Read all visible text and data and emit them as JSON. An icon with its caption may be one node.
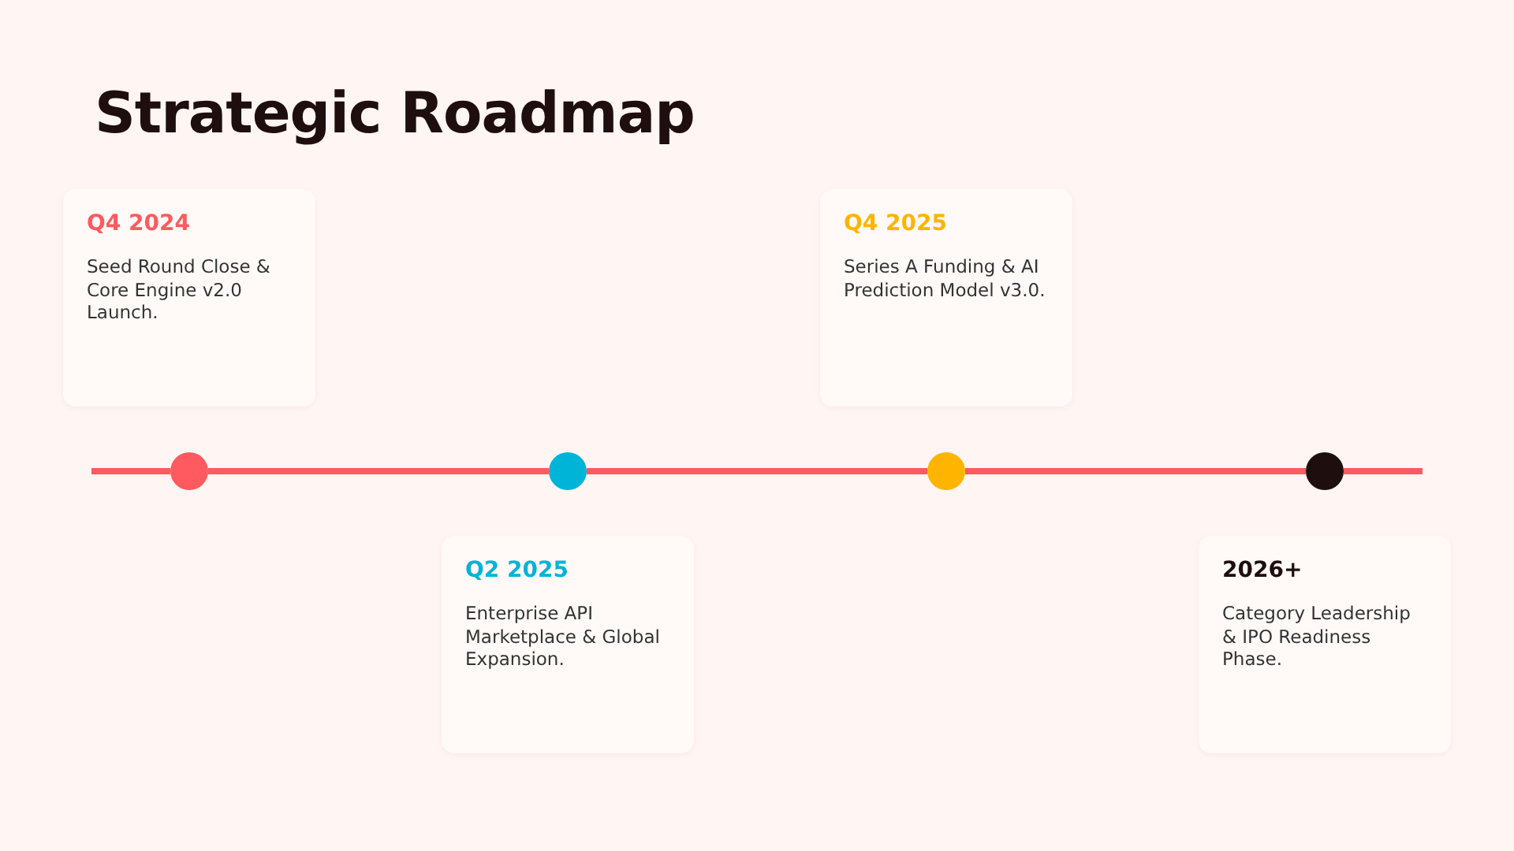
{
  "diagram": {
    "title": "Strategic Roadmap",
    "nodes": [
      {
        "text": [
          "Q4 2024",
          "Seed Round Close & Core Engine v2.0 Launch."
        ]
      },
      {
        "text": [
          "Q2 2025",
          "Enterprise API Marketplace & Global Expansion."
        ]
      },
      {
        "text": [
          "Q4 2025",
          "Series A Funding & AI Prediction Model v3.0."
        ]
      },
      {
        "text": [
          "2026+",
          "Category Leadership & IPO Readiness Phase."
        ]
      },
      {
        "text": [],
        "shape": "circle"
      },
      {
        "text": [],
        "shape": "circle"
      },
      {
        "text": [],
        "shape": "circle"
      },
      {
        "text": [],
        "shape": "circle"
      }
    ],
    "edges": [
      {
        "from": 4,
        "to": 5,
        "arrow": "none"
      },
      {
        "from": 5,
        "to": 6,
        "arrow": "none"
      },
      {
        "from": 6,
        "to": 7,
        "arrow": "none"
      }
    ]
  }
}
